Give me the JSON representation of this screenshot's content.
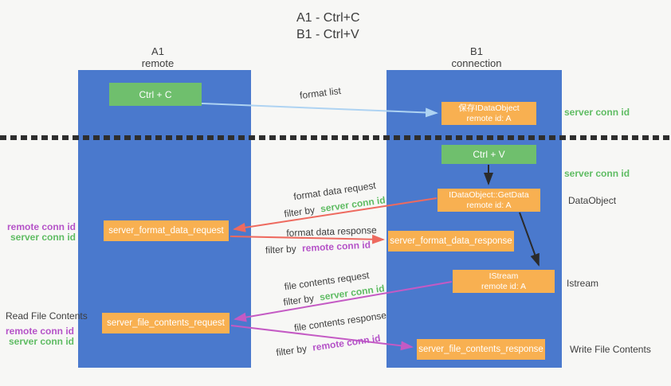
{
  "title": {
    "line1": "A1 - Ctrl+C",
    "line2": "B1 - Ctrl+V"
  },
  "columns": {
    "a1": {
      "name": "A1",
      "role": "remote"
    },
    "b1": {
      "name": "B1",
      "role": "connection"
    }
  },
  "nodes": {
    "ctrl_c": {
      "label": "Ctrl + C"
    },
    "ctrl_v": {
      "label": "Ctrl + V"
    },
    "save_dataobject": {
      "line1": "保存IDataObject",
      "line2": "remote id: A"
    },
    "getdata": {
      "line1": "IDataObject::GetData",
      "line2": "remote id: A"
    },
    "istream": {
      "line1": "IStream",
      "line2": "remote id: A"
    },
    "format_request": {
      "label": "server_format_data_request"
    },
    "format_response": {
      "label": "server_format_data_response"
    },
    "file_request": {
      "label": "server_file_contents_request"
    },
    "file_response": {
      "label": "server_file_contents_response"
    }
  },
  "labels": {
    "format_list": "format list",
    "format_data_request": "format data request",
    "format_data_response": "format data response",
    "file_contents_request": "file contents request",
    "file_contents_response": "file contents response",
    "filter_by": "filter by",
    "server_conn_id": "server conn id",
    "remote_conn_id": "remote conn id",
    "dataobject": "DataObject",
    "istream": "Istream",
    "read_file_contents": "Read File Contents",
    "write_file_contents": "Write File Contents"
  },
  "colors": {
    "background": "#f7f7f5",
    "column_blue": "#4a79cd",
    "node_green": "#6fbf6d",
    "node_orange": "#f8b051",
    "arrow_salmon": "#ee6a5f",
    "arrow_orchid": "#c45ac4",
    "arrow_skyblue": "#aed3f2",
    "arrow_black": "#2b2b2b",
    "text_dark": "#3e3e3e",
    "text_green": "#5fbc63",
    "text_purple": "#b553c8"
  }
}
